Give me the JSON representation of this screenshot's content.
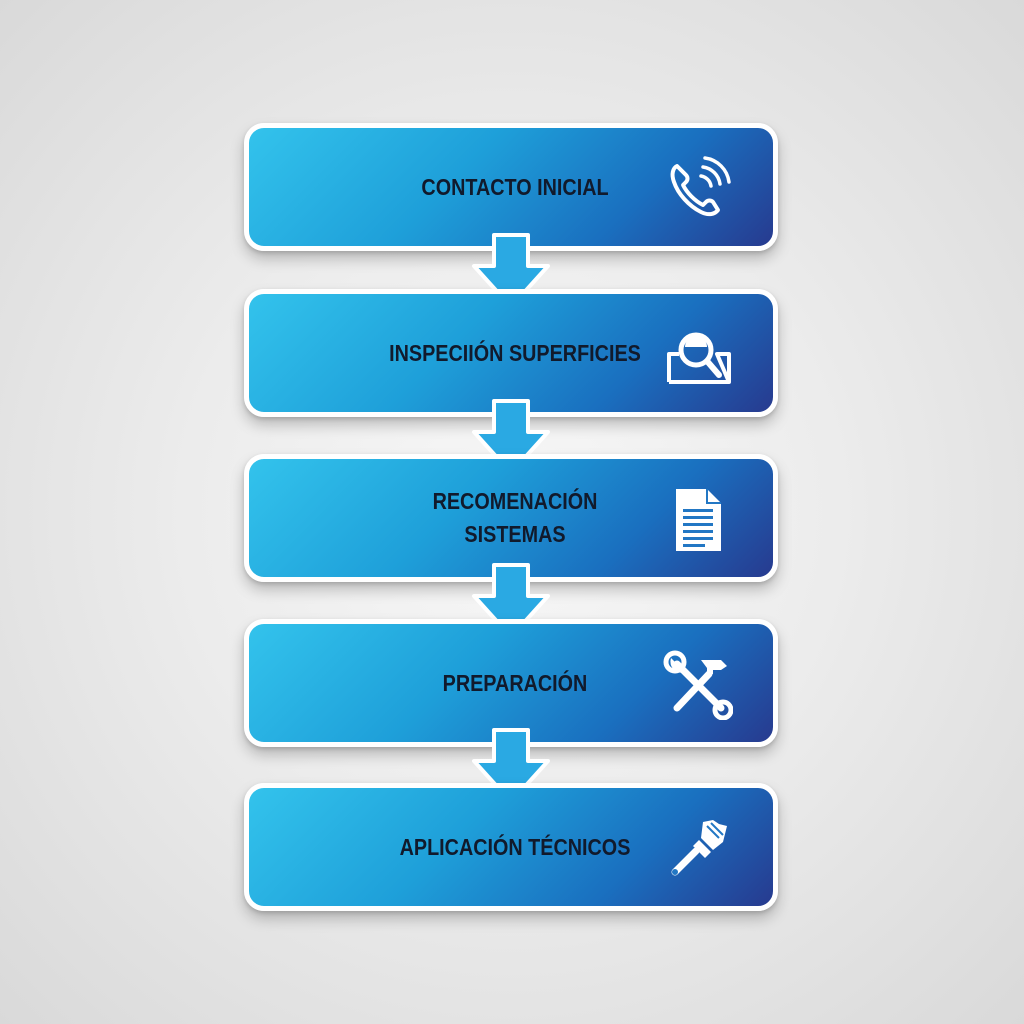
{
  "steps": [
    {
      "label": "CONTACTO INICIAL",
      "icon": "phone-icon"
    },
    {
      "label": "INSPECIIÓN SUPERFICIES",
      "icon": "magnifier-icon"
    },
    {
      "label": "RECOMENACIÓN\nSISTEMAS",
      "icon": "document-icon"
    },
    {
      "label": "PREPARACIÓN",
      "icon": "wrench-hammer-icon"
    },
    {
      "label": "APLICACIÓN TÉCNICOS",
      "icon": "paintbrush-icon"
    }
  ],
  "colors": {
    "box_gradient_start": "#33c3ec",
    "box_gradient_end": "#273a8f",
    "arrow_fill": "#2aa9e3",
    "border": "#ffffff",
    "text": "#111a2c"
  }
}
